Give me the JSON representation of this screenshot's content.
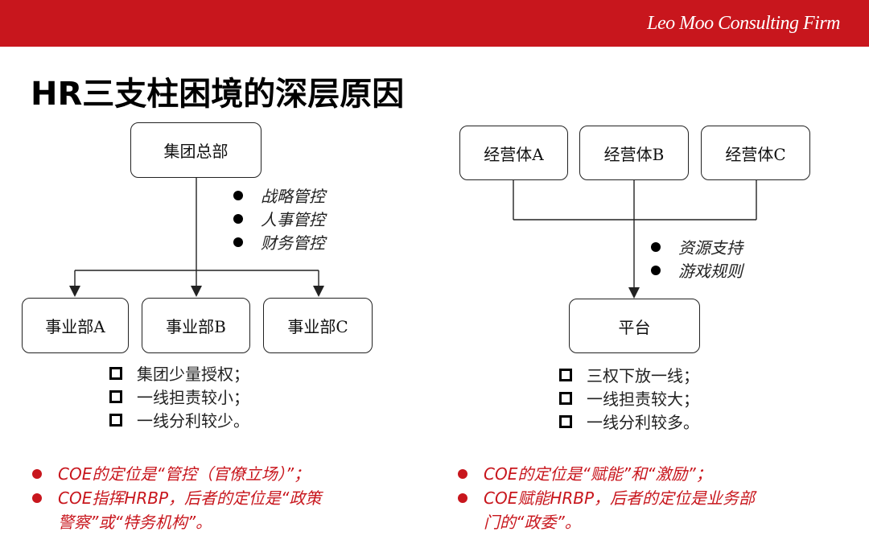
{
  "header": {
    "firm": "Leo Moo Consulting Firm"
  },
  "title": "HR三支柱困境的深层原因",
  "left": {
    "top_box": "集团总部",
    "bullets": [
      "战略管控",
      "人事管控",
      "财务管控"
    ],
    "sub_boxes": [
      "事业部A",
      "事业部B",
      "事业部C"
    ],
    "squares": [
      "集团少量授权；",
      "一线担责较小；",
      "一线分利较少。"
    ],
    "red_points": [
      "COE的定位是“管控（官僚立场）”；",
      "COE指挥HRBP，后者的定位是“政策",
      "警察”或“特务机构”。"
    ]
  },
  "right": {
    "top_boxes": [
      "经营体A",
      "经营体B",
      "经营体C"
    ],
    "bullets": [
      "资源支持",
      "游戏规则"
    ],
    "bottom_box": "平台",
    "squares": [
      "三权下放一线；",
      "一线担责较大；",
      "一线分利较多。"
    ],
    "red_points": [
      "COE的定位是“赋能”和“激励”；",
      "COE赋能HRBP，后者的定位是业务部",
      "门的“政委”。"
    ]
  },
  "colors": {
    "brand_red": "#c8161d",
    "line": "#222222"
  }
}
